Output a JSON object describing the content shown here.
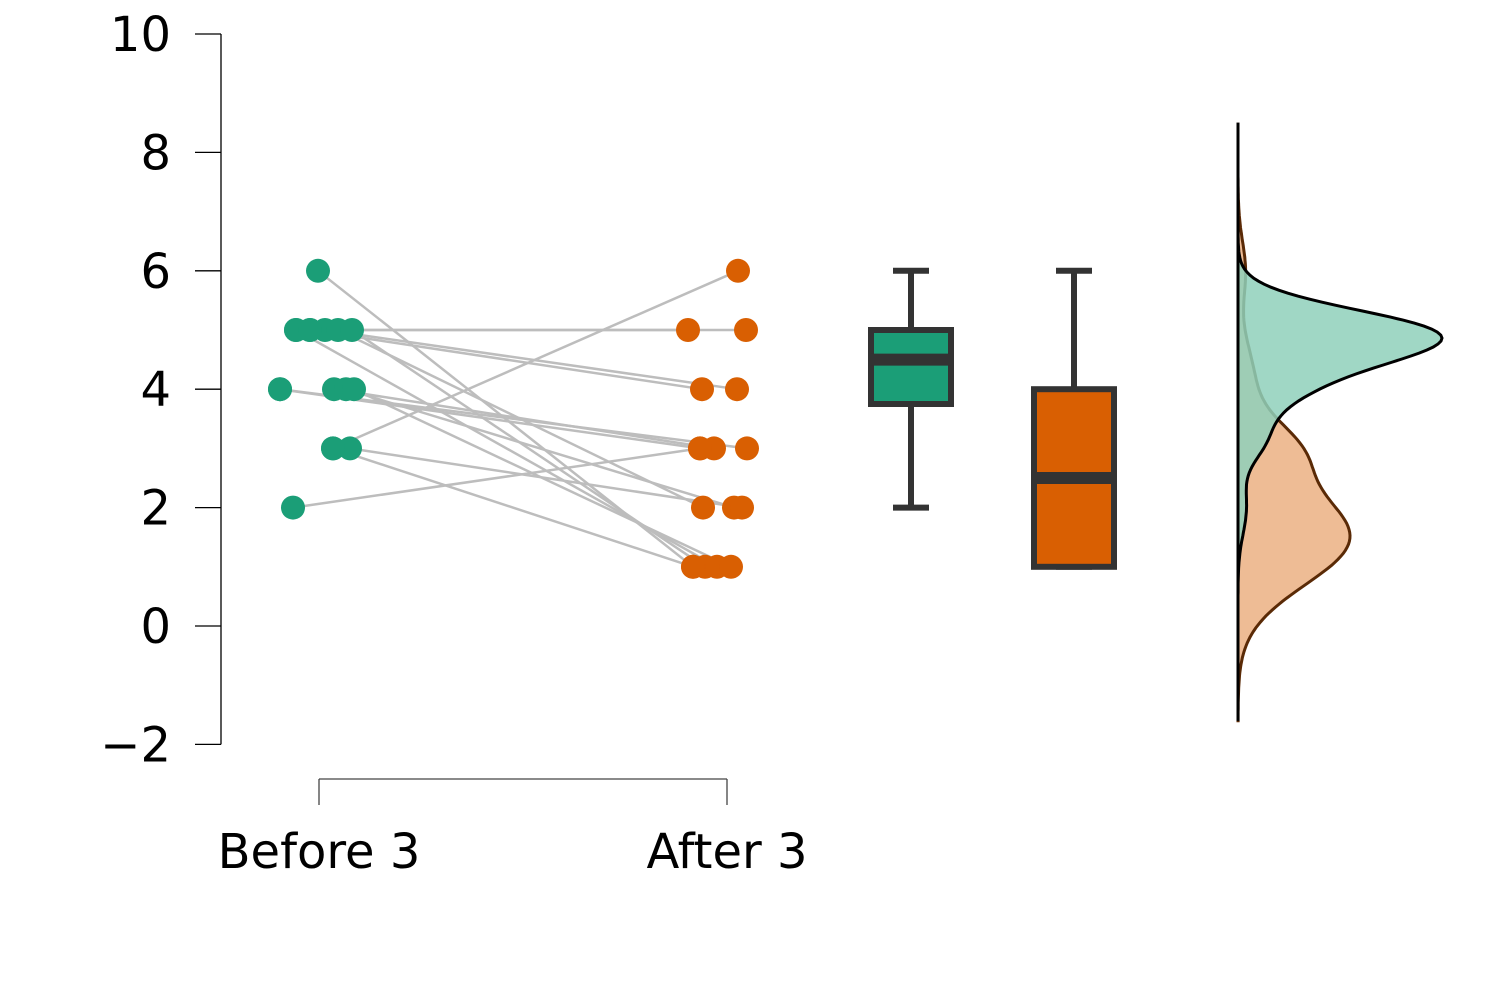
{
  "chart_data": {
    "type": "scatter",
    "subtype": "raincloud-paired",
    "title": "",
    "xlabel": "",
    "ylabel": "",
    "ylim": [
      -2,
      10
    ],
    "yticks": [
      -2,
      0,
      2,
      4,
      6,
      8,
      10
    ],
    "ytick_labels": [
      "−2",
      "0",
      "2",
      "4",
      "6",
      "8",
      "10"
    ],
    "categories": [
      "Before 3",
      "After 3"
    ],
    "grid": false,
    "legend": "none",
    "colors": {
      "before": "#1b9e77",
      "after": "#d95f02",
      "pair_line": "#bdbdbd",
      "box_outline": "#333333",
      "before_density": "#8fd0bb",
      "after_density": "#ebb082",
      "overlap_density": "#b5985f"
    },
    "pairs": [
      {
        "before": 6,
        "after": 1
      },
      {
        "before": 5,
        "after": 5
      },
      {
        "before": 5,
        "after": 4
      },
      {
        "before": 5,
        "after": 4
      },
      {
        "before": 5,
        "after": 2
      },
      {
        "before": 5,
        "after": 1
      },
      {
        "before": 5,
        "after": 1
      },
      {
        "before": 4,
        "after": 3
      },
      {
        "before": 4,
        "after": 3
      },
      {
        "before": 4,
        "after": 2
      },
      {
        "before": 4,
        "after": 1
      },
      {
        "before": 4,
        "after": 3
      },
      {
        "before": 3,
        "after": 6
      },
      {
        "before": 3,
        "after": 2
      },
      {
        "before": 3,
        "after": 1
      },
      {
        "before": 2,
        "after": 3
      },
      {
        "before": 5,
        "after": 5
      }
    ],
    "boxplots": [
      {
        "name": "Before 3",
        "min": 2,
        "q1": 3.75,
        "median": 4.5,
        "q3": 5,
        "max": 6
      },
      {
        "name": "After 3",
        "min": 1,
        "q1": 1,
        "median": 2.5,
        "q3": 4,
        "max": 6
      }
    ],
    "density": {
      "range": [
        -1.6,
        8.5
      ],
      "before_peak": 4.95,
      "after_peak": 1.5
    }
  }
}
